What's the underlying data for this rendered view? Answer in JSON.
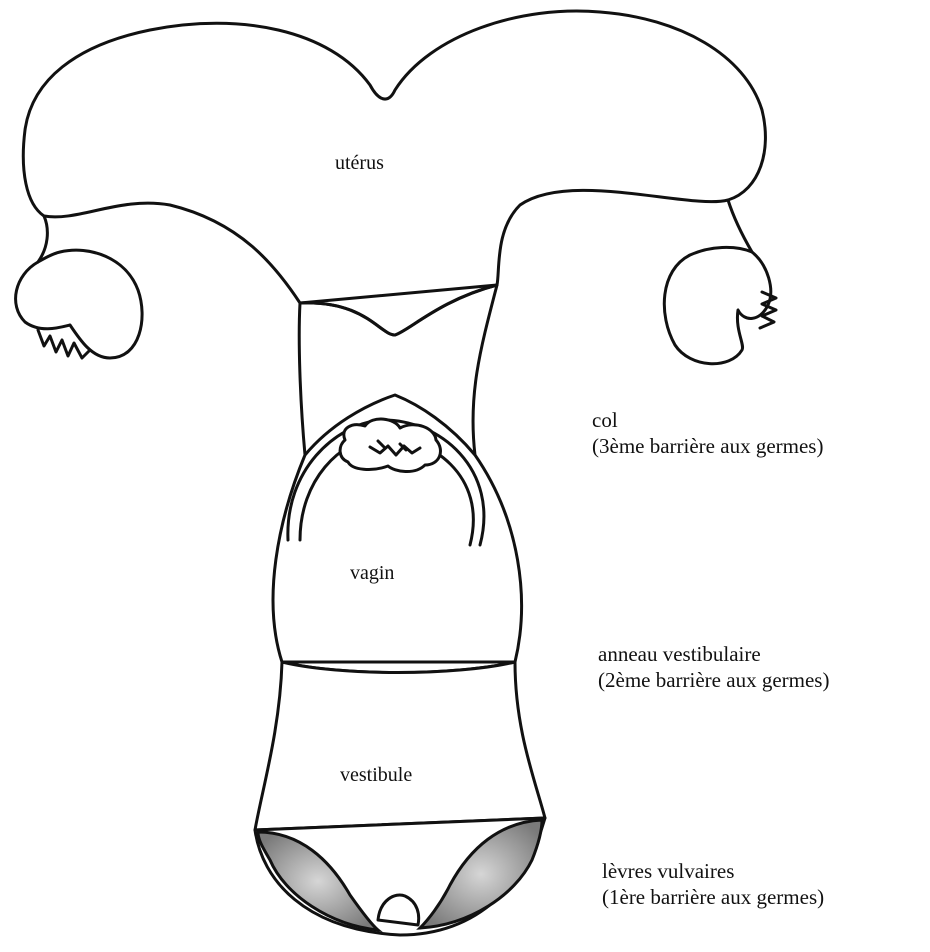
{
  "labels": {
    "uterus": "utérus",
    "vagina": "vagin",
    "vestibule": "vestibule",
    "cervix": {
      "name": "col",
      "barrier": "(3ème barrière aux germes)"
    },
    "vestibular_ring": {
      "name": "anneau vestibulaire",
      "barrier": "(2ème barrière aux germes)"
    },
    "vulvar_lips": {
      "name": "lèvres vulvaires",
      "barrier": "(1ère barrière aux germes)"
    }
  },
  "colors": {
    "outline": "#111111",
    "background": "#ffffff",
    "lips_shading": "#9a9a9a"
  }
}
